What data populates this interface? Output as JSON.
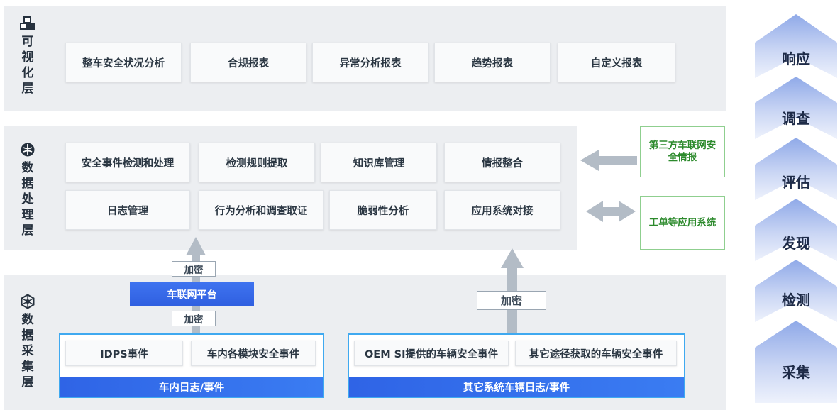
{
  "layers": {
    "visualization": {
      "label": [
        "可",
        "视",
        "化",
        "层"
      ],
      "icon": "cubes-icon"
    },
    "processing": {
      "label": [
        "数",
        "据",
        "处",
        "理",
        "层"
      ],
      "icon": "brain-icon"
    },
    "collection": {
      "label": [
        "数",
        "据",
        "采",
        "集",
        "层"
      ],
      "icon": "network-icon"
    }
  },
  "visualization_items": [
    "整车安全状况分析",
    "合规报表",
    "异常分析报表",
    "趋势报表",
    "自定义报表"
  ],
  "processing_items": {
    "row1": [
      "安全事件检测和处理",
      "检测规则提取",
      "知识库管理",
      "情报整合"
    ],
    "row2": [
      "日志管理",
      "行为分析和调查取证",
      "脆弱性分析",
      "应用系统对接"
    ]
  },
  "external": {
    "threat_intel": "第三方车联网安全情报",
    "work_order": "工单等应用系统"
  },
  "encrypt_label": "加密",
  "platform_label": "车联网平台",
  "in_vehicle": {
    "items": [
      "IDPS事件",
      "车内各模块安全事件"
    ],
    "footer": "车内日志/事件"
  },
  "other_systems": {
    "items": [
      "OEM SI提供的车辆安全事件",
      "其它途径获取的车辆安全事件"
    ],
    "footer": "其它系统车辆日志/事件"
  },
  "stages": [
    "响应",
    "调查",
    "评估",
    "发现",
    "检测",
    "采集"
  ],
  "colors": {
    "layer_bg": "#eceef1",
    "accent_blue": "#2f64e6",
    "group_border": "#3fa9f0",
    "green": "#2c8a2c",
    "arrow_gray": "#b3bcc6"
  }
}
